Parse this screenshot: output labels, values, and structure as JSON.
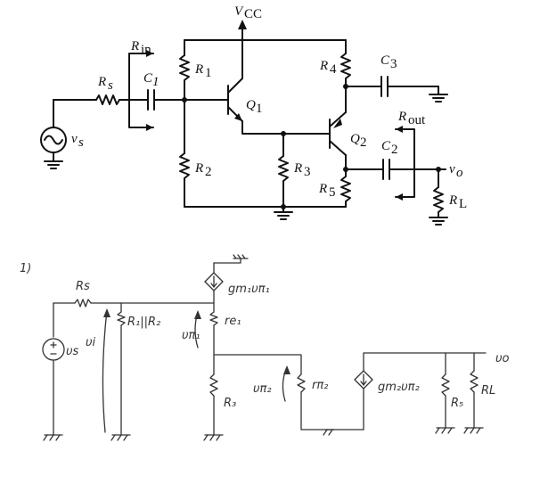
{
  "schematic": {
    "labels": {
      "vcc": "V",
      "vcc_sub": "CC",
      "rin": "R",
      "rin_sub": "in",
      "rs": "R",
      "rs_sub": "s",
      "c1": "C",
      "c1_sub": "1",
      "r1": "R",
      "r1_sub": "1",
      "r2": "R",
      "r2_sub": "2",
      "q1": "Q",
      "q1_sub": "1",
      "r3": "R",
      "r3_sub": "3",
      "r4": "R",
      "r4_sub": "4",
      "c3": "C",
      "c3_sub": "3",
      "q2": "Q",
      "q2_sub": "2",
      "r5": "R",
      "r5_sub": "5",
      "c2": "C",
      "c2_sub": "2",
      "rout": "R",
      "rout_sub": "out",
      "vo": "v",
      "vo_sub": "o",
      "rl": "R",
      "rl_sub": "L",
      "vs": "v",
      "vs_sub": "s"
    },
    "cursor_mark": "|"
  },
  "sketch": {
    "labels": {
      "number": "1)",
      "rs": "Rs",
      "r1r2": "R₁||R₂",
      "vi": "υi",
      "vpi1": "υπ₁",
      "gm1": "gm₁υπ₁",
      "re1": "re₁",
      "r3": "R₃",
      "vpi2": "υπ₂",
      "rpi2": "rπ₂",
      "gm2": "gm₂υπ₂",
      "r5": "R₅",
      "rl": "RL",
      "vo": "υo",
      "vs": "υs"
    }
  }
}
